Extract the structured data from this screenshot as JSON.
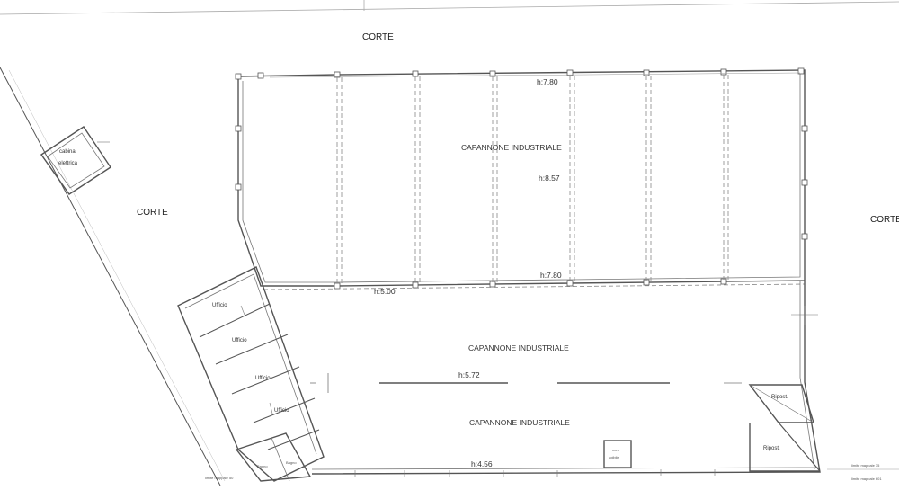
{
  "courtyards": {
    "top": "CORTE",
    "left": "CORTE",
    "right": "CORTE"
  },
  "cabin": {
    "line1": "cabina",
    "line2": "elettrica"
  },
  "halls": {
    "upper": "CAPANNONE INDUSTRIALE",
    "middle": "CAPANNONE INDUSTRIALE",
    "lower": "CAPANNONE INDUSTRIALE"
  },
  "heights": {
    "upper_top": "h:7.80",
    "upper_center": "h:8.57",
    "upper_bottom": "h:7.80",
    "left_bay": "h:5.00",
    "middle": "h:5.72",
    "lower": "h:4.56"
  },
  "offices": {
    "office1": "Ufficio",
    "office2": "Ufficio",
    "office3": "Ufficio",
    "office4": "Ufficio",
    "bath1": "Bagno",
    "bath2": "Bagno"
  },
  "storage": {
    "upper": "Ripost.",
    "lower": "Ripost."
  },
  "non_accessible": {
    "line1": "non",
    "line2": "agibile"
  },
  "boundary_notes": {
    "left": "limite mappale 50",
    "right_top": "limite mappale 35",
    "right_bottom": "limite mappale 601"
  }
}
